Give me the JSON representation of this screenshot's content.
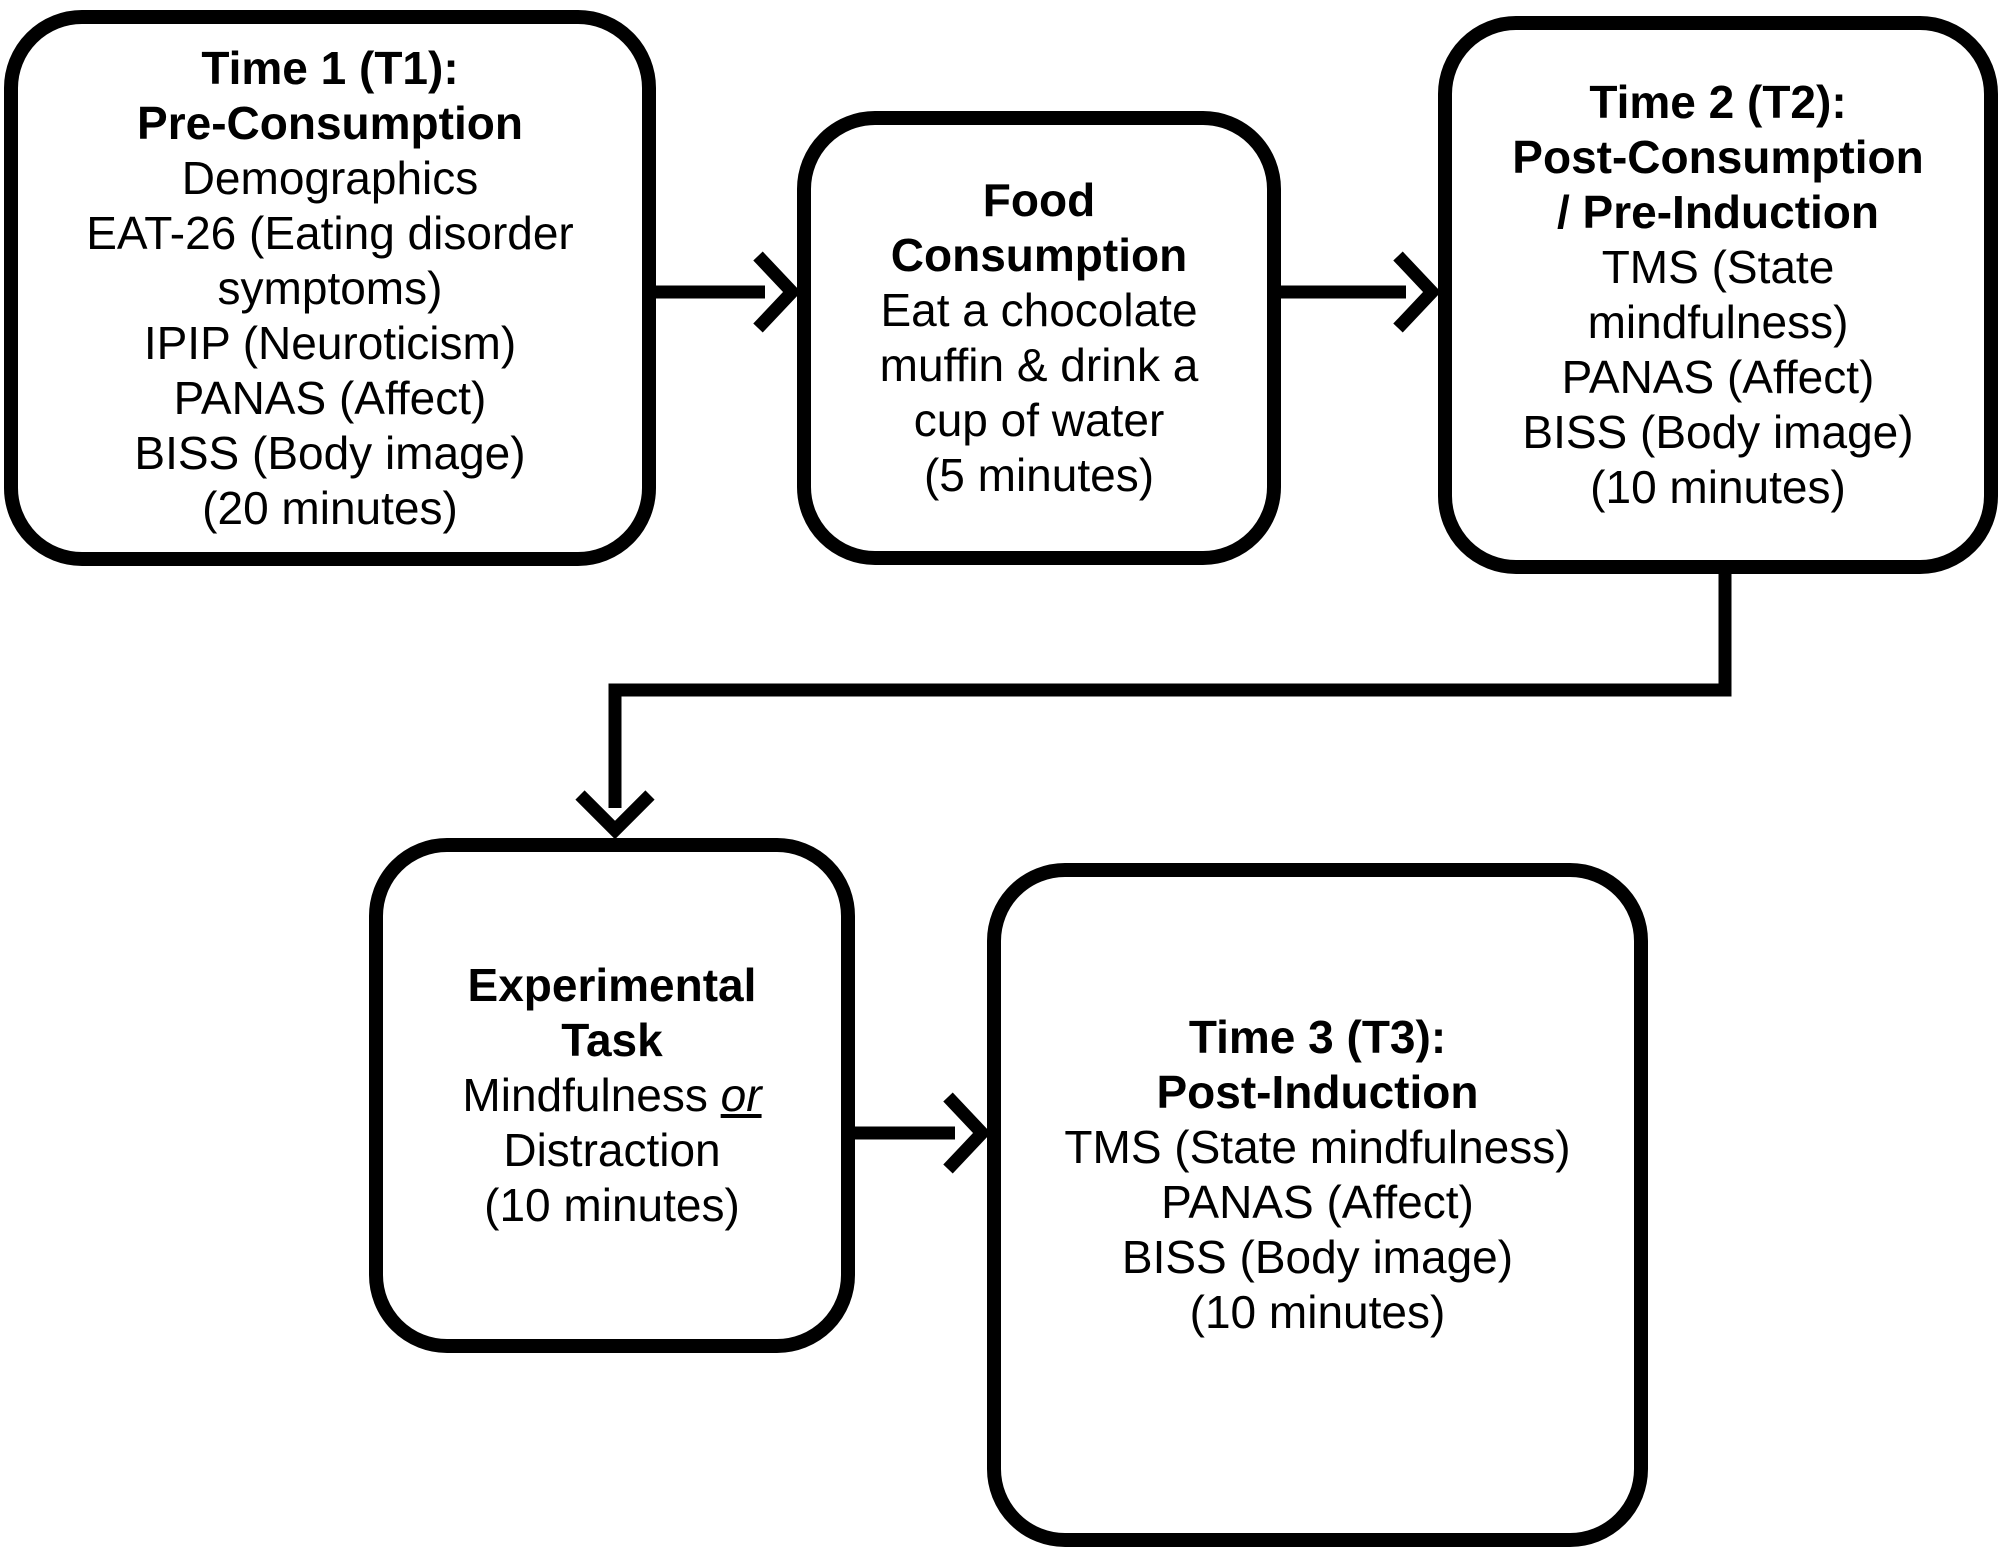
{
  "diagram": {
    "boxes": [
      {
        "title": [
          "Time 1 (T1):",
          "Pre-Consumption"
        ],
        "lines": [
          "Demographics",
          "EAT-26 (Eating disorder",
          "symptoms)",
          "IPIP (Neuroticism)",
          "PANAS (Affect)",
          "BISS (Body image)",
          "(20 minutes)"
        ]
      },
      {
        "title": [
          "Food",
          "Consumption"
        ],
        "lines": [
          "Eat a chocolate",
          "muffin & drink a",
          "cup of water",
          "(5 minutes)"
        ]
      },
      {
        "title": [
          "Time 2 (T2):",
          "Post-Consumption",
          "/ Pre-Induction"
        ],
        "lines": [
          "TMS (State",
          "mindfulness)",
          "PANAS (Affect)",
          "BISS (Body image)",
          "(10 minutes)"
        ]
      },
      {
        "title": [
          "Experimental",
          "Task"
        ],
        "lines": [
          "Mindfulness ",
          "or",
          "Distraction",
          "(10 minutes)"
        ]
      },
      {
        "title": [
          "Time 3 (T3):",
          "Post-Induction"
        ],
        "lines": [
          "TMS (State mindfulness)",
          "PANAS (Affect)",
          "BISS (Body image)",
          "(10 minutes)"
        ]
      }
    ]
  }
}
